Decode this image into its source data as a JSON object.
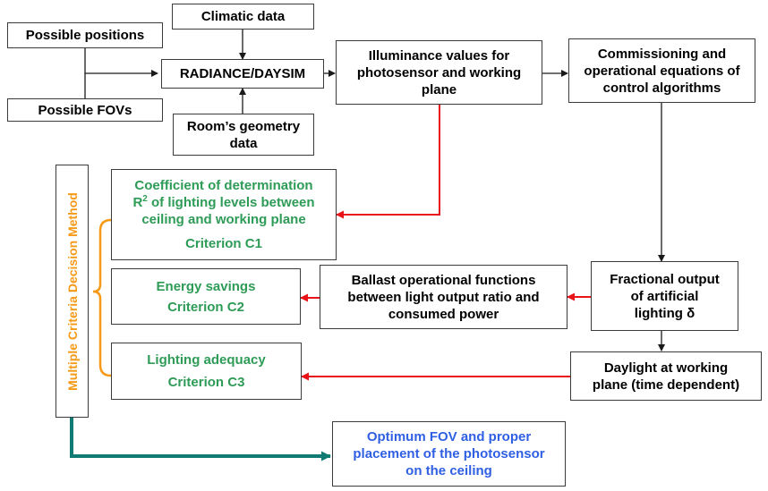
{
  "inputs": {
    "possible_positions": "Possible positions",
    "possible_fovs": "Possible FOVs",
    "climatic_data": "Climatic data",
    "rooms_geometry_line1": "Room’s geometry",
    "rooms_geometry_line2": "data"
  },
  "process": {
    "radiance": "RADIANCE/DAYSIM",
    "illuminance_line1": "Illuminance values for",
    "illuminance_line2": "photosensor and working",
    "illuminance_line3": "plane",
    "commissioning_line1": "Commissioning and",
    "commissioning_line2": "operational equations of",
    "commissioning_line3": "control algorithms",
    "fractional_line1": "Fractional output",
    "fractional_line2": "of artificial",
    "fractional_line3": "lighting δ",
    "ballast_line1": "Ballast operational functions",
    "ballast_line2": "between light output ratio and",
    "ballast_line3": "consumed power",
    "daylight_line1": "Daylight at working",
    "daylight_line2": "plane (time dependent)"
  },
  "criteria": {
    "c1_line1": "Coefficient of determination",
    "c1_r": "R",
    "c1_sup": "2",
    "c1_line2_rest": " of lighting levels between",
    "c1_line3": "ceiling and working plane",
    "c1_label": "Criterion C1",
    "c2_title": "Energy savings",
    "c2_label": "Criterion C2",
    "c3_title": "Lighting adequacy",
    "c3_label": "Criterion C3"
  },
  "method": "Multiple Criteria Decision Method",
  "output": {
    "line1": "Optimum FOV and proper",
    "line2": "placement of the photosensor",
    "line3": "on the ceiling"
  },
  "colors": {
    "criteria_text": "#2e9b57",
    "output_text": "#2f5fe3",
    "method_text": "#f59a17",
    "red_arrow": "#e8141a",
    "teal_arrow": "#0f7b73"
  }
}
